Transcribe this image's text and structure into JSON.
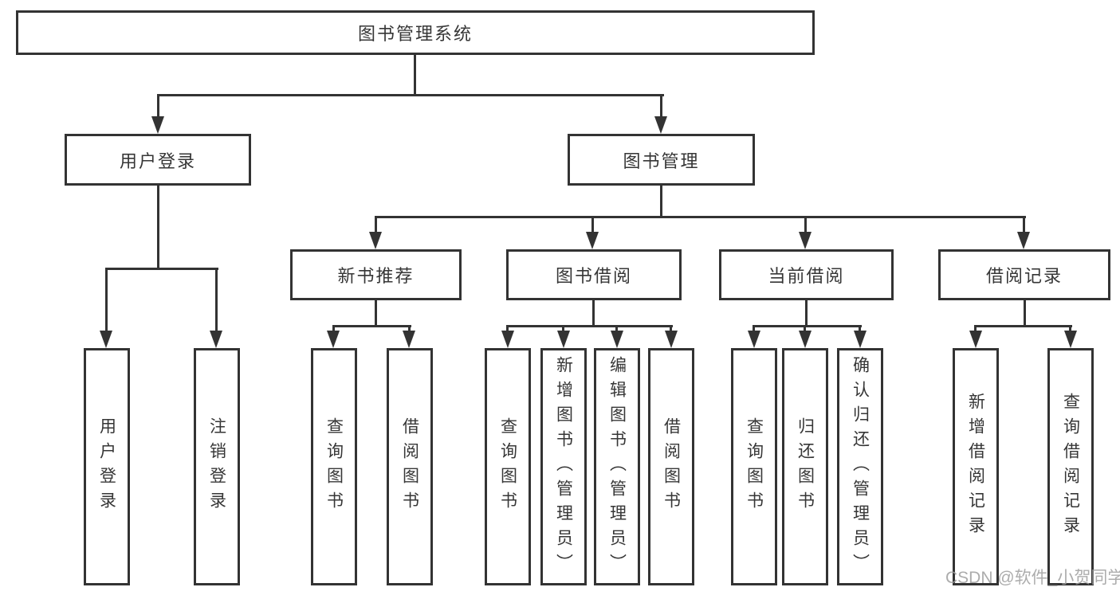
{
  "diagram": {
    "root": {
      "label": "图书管理系统"
    },
    "branches": [
      {
        "label": "用户登录",
        "children": [
          {
            "label": "用户登录"
          },
          {
            "label": "注销登录"
          }
        ]
      },
      {
        "label": "图书管理",
        "children": [
          {
            "label": "新书推荐",
            "children": [
              {
                "label": "查询图书"
              },
              {
                "label": "借阅图书"
              }
            ]
          },
          {
            "label": "图书借阅",
            "children": [
              {
                "label": "查询图书"
              },
              {
                "label": "新增图书（管理员）"
              },
              {
                "label": "编辑图书（管理员）"
              },
              {
                "label": "借阅图书"
              }
            ]
          },
          {
            "label": "当前借阅",
            "children": [
              {
                "label": "查询图书"
              },
              {
                "label": "归还图书"
              },
              {
                "label": "确认归还（管理员）"
              }
            ]
          },
          {
            "label": "借阅记录",
            "children": [
              {
                "label": "新增借阅记录"
              },
              {
                "label": "查询借阅记录"
              }
            ]
          }
        ]
      }
    ]
  },
  "watermark": {
    "text": "CSDN @软件_小贺同学"
  },
  "colors": {
    "line": "#333333",
    "text": "#363636",
    "watermark": "#9e9e9e",
    "background": "#ffffff",
    "box_background": "#ffffff"
  }
}
